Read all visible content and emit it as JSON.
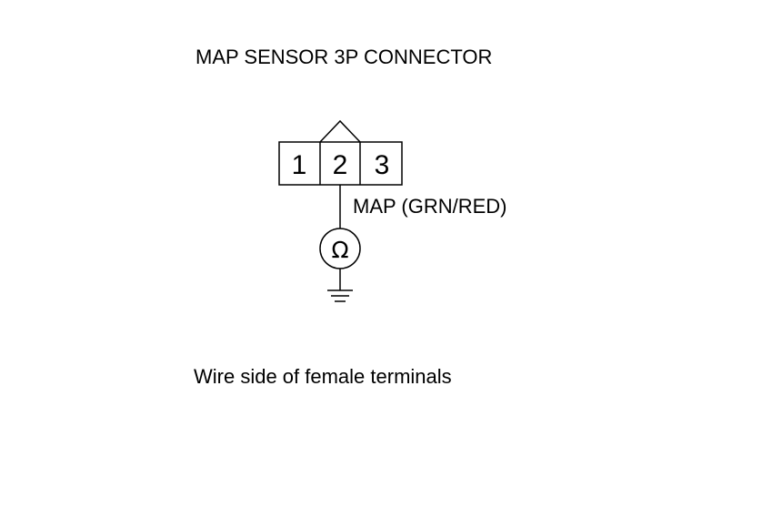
{
  "title": "MAP SENSOR 3P CONNECTOR",
  "connector": {
    "pins": [
      "1",
      "2",
      "3"
    ]
  },
  "wire": {
    "label": "MAP (GRN/RED)"
  },
  "meter": {
    "symbol": "Ω"
  },
  "caption": "Wire side of female terminals",
  "colors": {
    "line": "#000000",
    "background": "#ffffff"
  }
}
